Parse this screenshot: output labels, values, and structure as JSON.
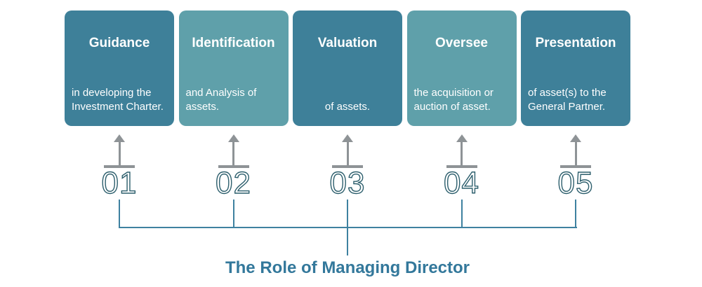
{
  "title": {
    "text": "The Role of Managing Director"
  },
  "colors": {
    "box_dark": "#3e8099",
    "box_light": "#5fa0aa",
    "arrow_gray": "#8e9396",
    "number_teal": "#2d5f6d",
    "connector_blue": "#3e81a0",
    "title_teal": "#33789b",
    "text_white": "#ffffff",
    "background": "#ffffff"
  },
  "steps": [
    {
      "number": "01",
      "heading": "Guidance",
      "description": "in developing the\nInvestment Charter.",
      "variant": "dark"
    },
    {
      "number": "02",
      "heading": "Identification",
      "description": "and Analysis of\nassets.",
      "variant": "light"
    },
    {
      "number": "03",
      "heading": "Valuation",
      "description": "of assets.",
      "variant": "dark"
    },
    {
      "number": "04",
      "heading": "Oversee",
      "description": "the acquisition or\nauction of asset.",
      "variant": "light"
    },
    {
      "number": "05",
      "heading": "Presentation",
      "description": "of asset(s) to the\nGeneral Partner.",
      "variant": "dark"
    }
  ]
}
